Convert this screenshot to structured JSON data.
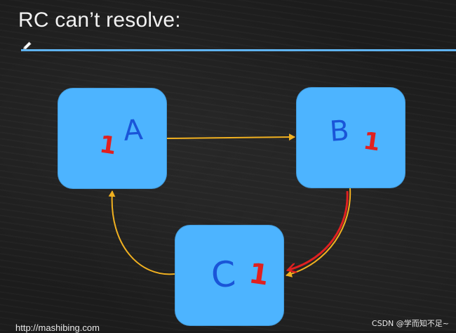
{
  "title": "RC can’t resolve:",
  "colors": {
    "node_fill": "#4db4ff",
    "letter": "#1a55d8",
    "count": "#e02020",
    "arrow_yellow": "#f0b020",
    "arrow_red": "#e02020",
    "rule": "#5fb3f0"
  },
  "nodes": [
    {
      "id": "A",
      "label": "A",
      "ref_count": "1"
    },
    {
      "id": "B",
      "label": "B",
      "ref_count": "1"
    },
    {
      "id": "C",
      "label": "C",
      "ref_count": "1"
    }
  ],
  "edges": [
    {
      "from": "A",
      "to": "B",
      "color": "yellow"
    },
    {
      "from": "B",
      "to": "C",
      "color": "yellow"
    },
    {
      "from": "B",
      "to": "C",
      "color": "red"
    },
    {
      "from": "C",
      "to": "A",
      "color": "yellow"
    }
  ],
  "footer_url": "http://mashibing.com",
  "watermark": "CSDN @学而知不足~",
  "icons": {
    "pen": "pen-icon"
  }
}
